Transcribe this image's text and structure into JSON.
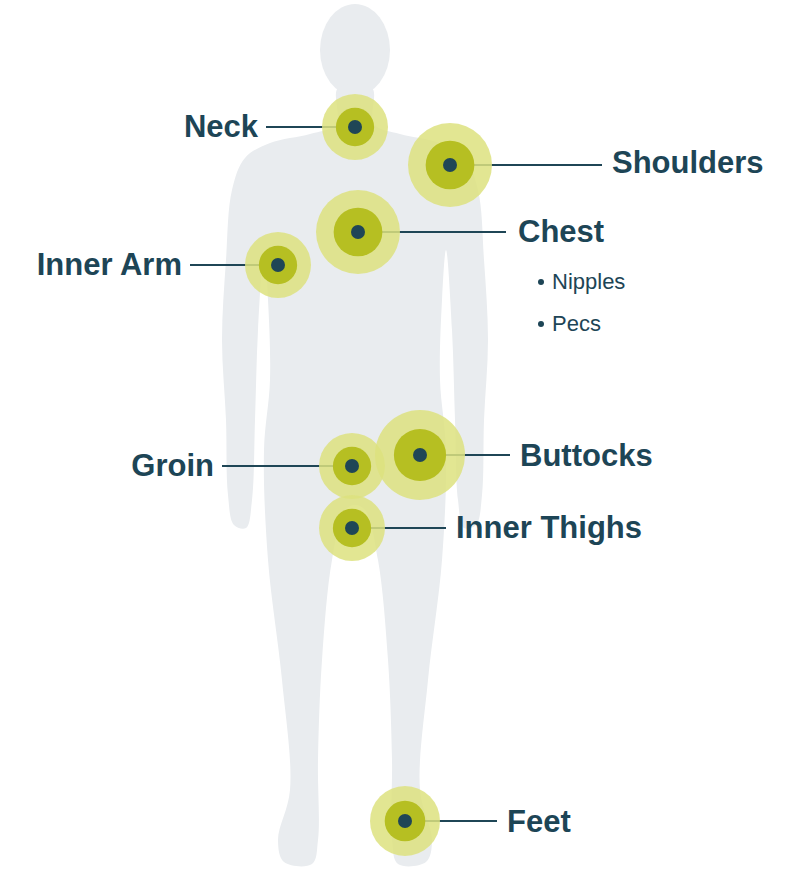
{
  "diagram": {
    "labels": [
      "Neck",
      "Shoulders",
      "Chest",
      "Nipples",
      "Pecs",
      "Inner Arm",
      "Groin",
      "Buttocks",
      "Inner Thighs",
      "Feet"
    ]
  }
}
